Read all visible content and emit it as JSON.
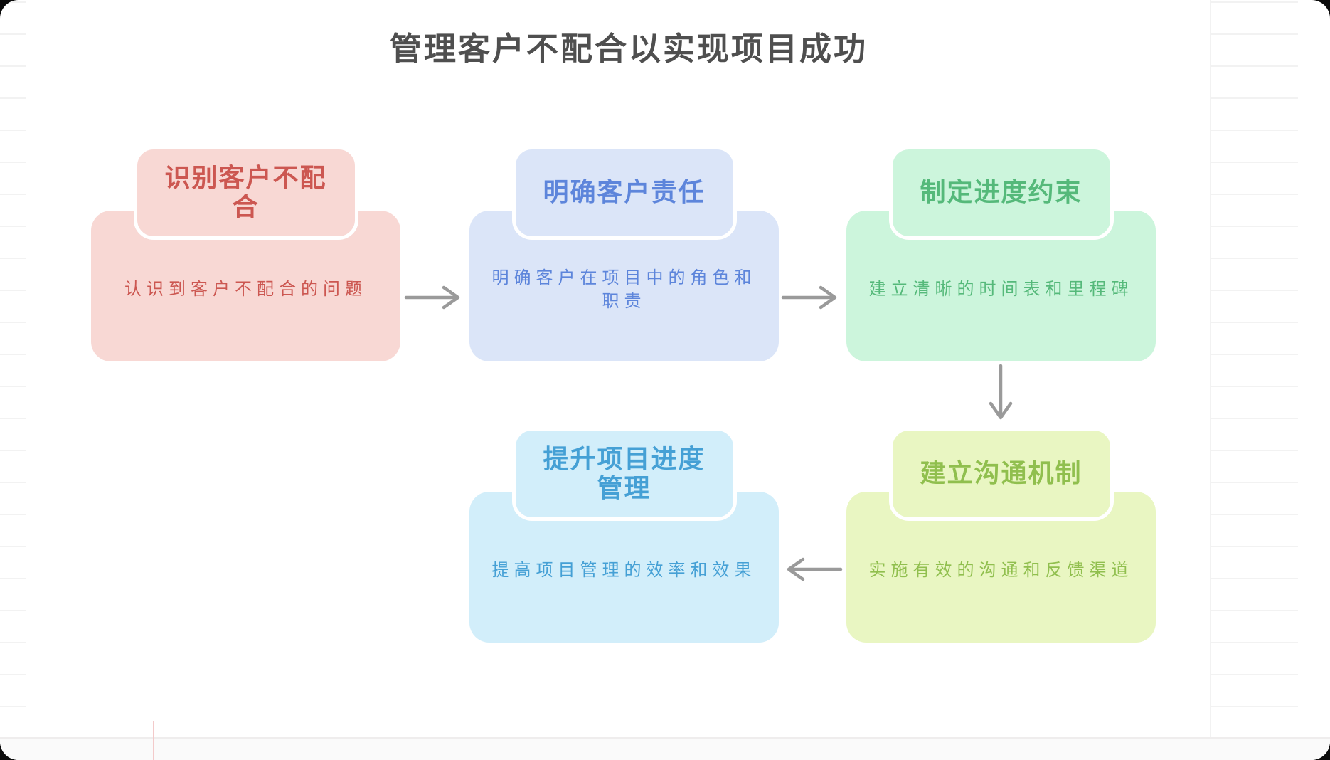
{
  "title": {
    "text": "管理客户不配合以实现项目成功",
    "color": "#4f4f4f"
  },
  "nodes": [
    {
      "key": "identify-noncooperation",
      "label": "识别客户不配合",
      "desc": "认识到客户不配合的问题",
      "fill": "#f8d8d4",
      "ink": "#cc5751"
    },
    {
      "key": "clarify-responsibility",
      "label": "明确客户责任",
      "desc": "明确客户在项目中的角色和职责",
      "fill": "#dbe5f8",
      "ink": "#5d85db"
    },
    {
      "key": "schedule-constraints",
      "label": "制定进度约束",
      "desc": "建立清晰的时间表和里程碑",
      "fill": "#ccf5dc",
      "ink": "#55b97a"
    },
    {
      "key": "communication-mechanism",
      "label": "建立沟通机制",
      "desc": "实施有效的沟通和反馈渠道",
      "fill": "#e9f6c2",
      "ink": "#90bf4e"
    },
    {
      "key": "improve-schedule-management",
      "label": "提升项目进度管理",
      "desc": "提高项目管理的效率和效果",
      "fill": "#d2eefa",
      "ink": "#45a0d5"
    }
  ],
  "edges": [
    {
      "from": "识别客户不配合",
      "to": "明确客户责任",
      "direction": "right"
    },
    {
      "from": "明确客户责任",
      "to": "制定进度约束",
      "direction": "right"
    },
    {
      "from": "制定进度约束",
      "to": "建立沟通机制",
      "direction": "down"
    },
    {
      "from": "建立沟通机制",
      "to": "提升项目进度管理",
      "direction": "left"
    }
  ],
  "arrow_color": "#9a9a9a"
}
